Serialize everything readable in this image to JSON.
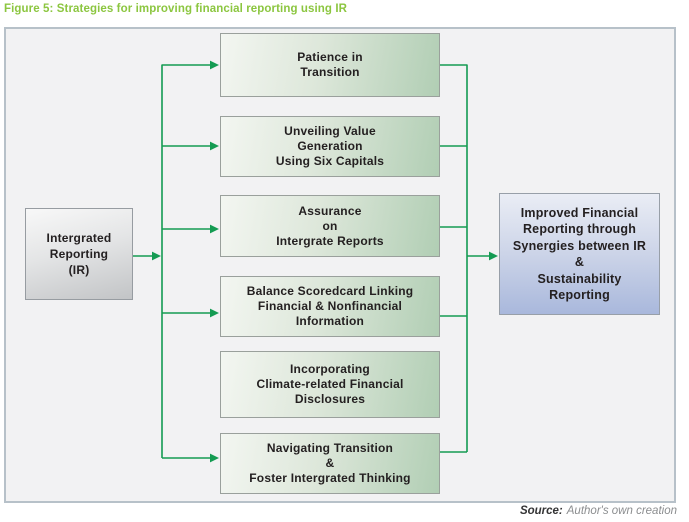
{
  "figure": {
    "title": "Figure 5: Strategies for improving financial reporting using IR",
    "title_color": "#8cc640"
  },
  "diagram": {
    "root": {
      "label": "Intergrated\nReporting\n(IR)"
    },
    "strategies": [
      {
        "label": "Patience in\nTransition"
      },
      {
        "label": "Unveiling Value\nGeneration\nUsing Six Capitals"
      },
      {
        "label": "Assurance\non\nIntergrate Reports"
      },
      {
        "label": "Balance Scoredcard Linking\nFinancial & Nonfinancial\nInformation"
      },
      {
        "label": "Incorporating\nClimate-related Financial\nDisclosures"
      },
      {
        "label": "Navigating Transition\n&\nFoster Intergrated Thinking"
      }
    ],
    "outcome": {
      "label": "Improved Financial\nReporting through\nSynergies between IR\n&\nSustainability\nReporting"
    },
    "colors": {
      "arrow_green": "#149b52",
      "strategy_fill_start": "#f3f6f1",
      "strategy_fill_end": "#b1ceb4",
      "root_fill_start": "#f8f8f8",
      "root_fill_end": "#c2c4c6",
      "outcome_fill_start": "#eaedf5",
      "outcome_fill_end": "#a9b8dc",
      "frame_fill": "#f2f2f3",
      "frame_border": "#b7c1c9"
    }
  },
  "source": {
    "label": "Source:",
    "text": "Author's own creation"
  }
}
